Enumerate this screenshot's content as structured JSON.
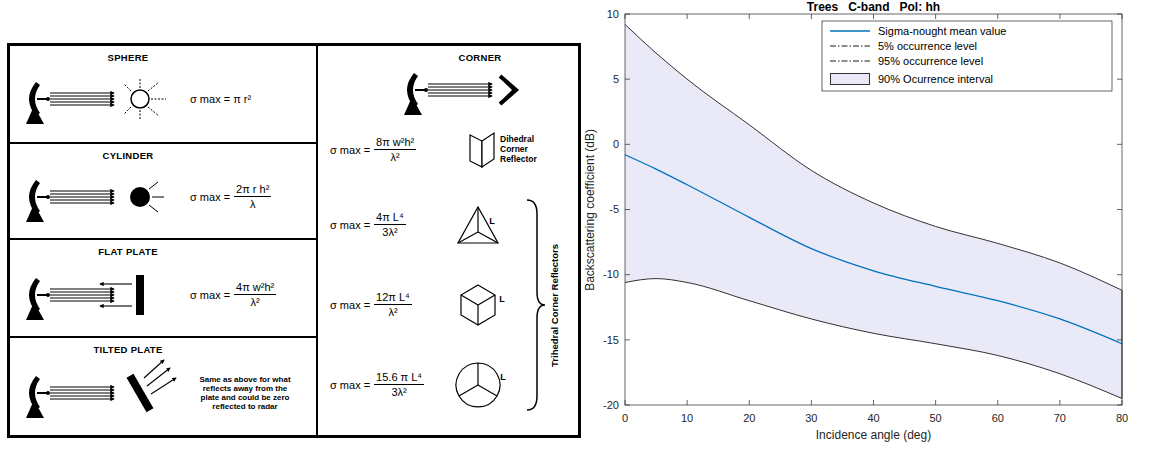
{
  "diagram": {
    "title": "Trees   C-band   Pol: hh",
    "nodes": [
      {
        "text": [
          "SPHERE",
          "σ max = π r²"
        ]
      },
      {
        "text": [
          "CYLINDER",
          "σ max =",
          "2π r h²",
          "λ"
        ]
      },
      {
        "text": [
          "FLAT PLATE",
          "σ max =",
          "4π w²h²",
          "λ²"
        ]
      },
      {
        "text": [
          "TILTED PLATE",
          "Same as above for what reflects away from the plate and could be zero reflected to radar"
        ]
      },
      {
        "text": [
          "CORNER",
          "σ max =",
          "8π w²h²",
          "λ²",
          "Dihedral Corner Reflector",
          "σ max =",
          "4π L⁴",
          "3λ²",
          "σ max =",
          "12π L⁴",
          "λ²",
          "σ max =",
          "15.6 π L⁴",
          "3λ²",
          "Trihedral Corner Reflectors"
        ]
      }
    ],
    "labels": [
      "L",
      "L",
      "L",
      "Backscattering coefficient (dB)",
      "Incidence angle (deg)",
      "10",
      "5",
      "0",
      "-5",
      "-10",
      "-15",
      "-20",
      "0",
      "10",
      "20",
      "30",
      "40",
      "50",
      "60",
      "70",
      "80"
    ],
    "legend": [
      {
        "text": "Sigma-nought mean value"
      },
      {
        "text": "5% occurrence level"
      },
      {
        "text": "95% occurrence level"
      },
      {
        "text": "90% Ocurrence interval",
        "color": "#e9e9f7"
      }
    ]
  }
}
